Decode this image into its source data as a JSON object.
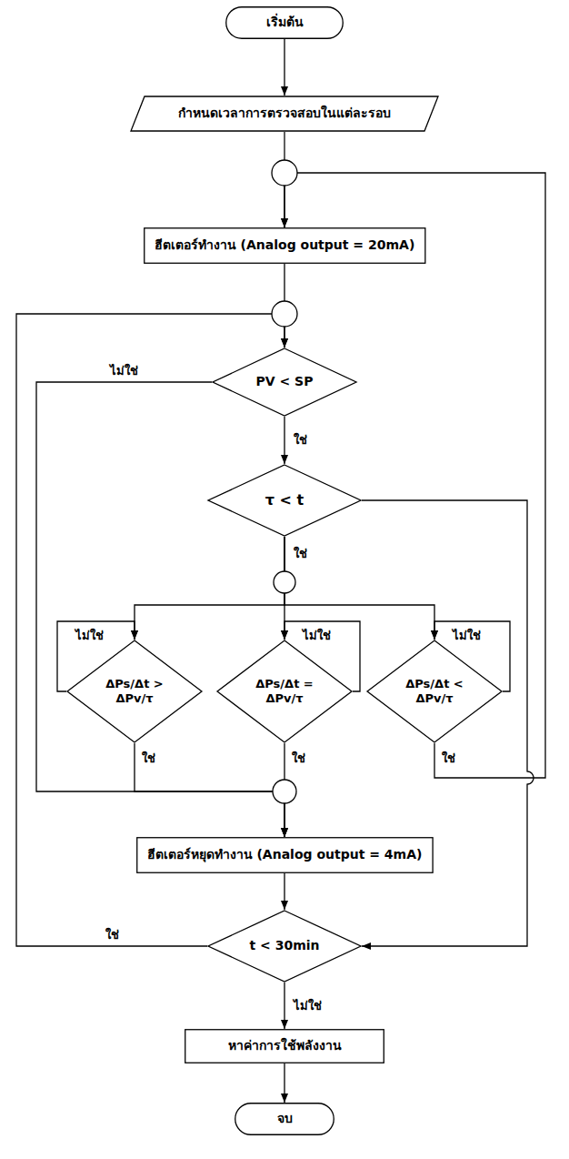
{
  "diagram": {
    "nodes": [
      {
        "text": [
          "เริ่มต้น"
        ]
      },
      {
        "text": [
          "กำหนดเวลาการตรวจสอบในแต่ละรอบ"
        ]
      },
      {
        "text": [
          "ฮีตเตอร์ทำงาน (Analog output = 20mA)"
        ]
      },
      {
        "text": [
          "PV < SP"
        ]
      },
      {
        "text": [
          "τ < t"
        ]
      },
      {
        "text": [
          "ΔPs/Δt > ΔPv/τ"
        ]
      },
      {
        "text": [
          "ΔPs/Δt = ΔPv/τ"
        ]
      },
      {
        "text": [
          "ΔPs/Δt < ΔPv/τ"
        ]
      },
      {
        "text": [
          "ฮีตเตอร์หยุดทำงาน (Analog output = 4mA)"
        ]
      },
      {
        "text": [
          "t < 30min"
        ]
      },
      {
        "text": [
          "หาค่าการใช้พลังงาน"
        ]
      },
      {
        "text": [
          "จบ"
        ]
      }
    ],
    "edges": [
      {
        "from": 0,
        "to": 1,
        "arrow": "to"
      },
      {
        "from": 1,
        "to": 2,
        "arrow": "to"
      },
      {
        "from": 2,
        "to": 3,
        "arrow": "to"
      },
      {
        "from": 3,
        "to": 8,
        "arrow": "to",
        "label": "ไม่ใช่"
      },
      {
        "from": 3,
        "to": 4,
        "arrow": "to",
        "label": "ใช่"
      },
      {
        "from": 4,
        "to": 5,
        "arrow": "to"
      },
      {
        "from": 4,
        "to": 6,
        "arrow": "to",
        "label": "ใช่"
      },
      {
        "from": 4,
        "to": 7,
        "arrow": "to"
      },
      {
        "from": 4,
        "to": 9,
        "arrow": "to"
      },
      {
        "from": 5,
        "to": 5,
        "arrow": "to",
        "label": "ไม่ใช่"
      },
      {
        "from": 6,
        "to": 6,
        "arrow": "to",
        "label": "ไม่ใช่"
      },
      {
        "from": 7,
        "to": 7,
        "arrow": "to",
        "label": "ไม่ใช่"
      },
      {
        "from": 5,
        "to": 8,
        "arrow": "to",
        "label": "ใช่"
      },
      {
        "from": 6,
        "to": 8,
        "arrow": "to",
        "label": "ใช่"
      },
      {
        "from": 7,
        "to": 2,
        "arrow": "to",
        "label": "ใช่"
      },
      {
        "from": 8,
        "to": 9,
        "arrow": "to"
      },
      {
        "from": 9,
        "to": 3,
        "arrow": "to",
        "label": "ใช่"
      },
      {
        "from": 9,
        "to": 10,
        "arrow": "to",
        "label": "ไม่ใช่"
      },
      {
        "from": 10,
        "to": 11,
        "arrow": "to"
      }
    ]
  }
}
